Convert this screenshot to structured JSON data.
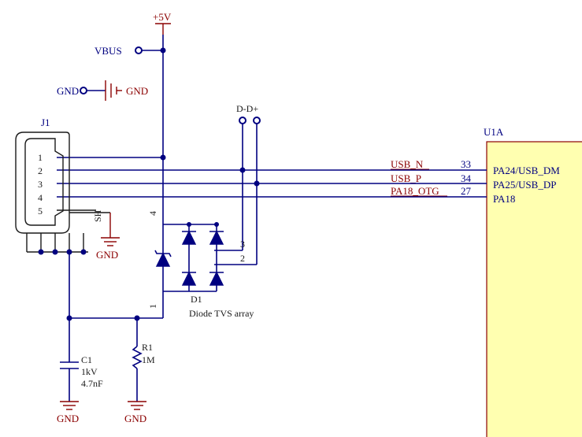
{
  "power": {
    "vcc": "+5V",
    "vbus": "VBUS",
    "gnd_left": "GND",
    "gnd_right": "GND",
    "gnd_sh": "GND",
    "gnd_c1": "GND",
    "gnd_r1": "GND"
  },
  "connector": {
    "ref": "J1",
    "pins": [
      "1",
      "2",
      "3",
      "4",
      "5"
    ],
    "shield": "SH"
  },
  "esd": {
    "ref": "D1",
    "desc": "Diode TVS array",
    "pin4": "4",
    "pin1": "1",
    "pin3": "3",
    "pin2": "2",
    "probe": "D-D+"
  },
  "nets": {
    "usb_n": "USB_N",
    "usb_p": "USB_P",
    "otg": "PA18_OTG"
  },
  "mcu": {
    "ref": "U1A",
    "pins": [
      {
        "num": "33",
        "name": "PA24/USB_DM"
      },
      {
        "num": "34",
        "name": "PA25/USB_DP"
      },
      {
        "num": "27",
        "name": "PA18"
      }
    ],
    "fill": "#ffffb0"
  },
  "c1": {
    "ref": "C1",
    "v1": "1kV",
    "v2": "4.7nF"
  },
  "r1": {
    "ref": "R1",
    "v1": "1M"
  }
}
